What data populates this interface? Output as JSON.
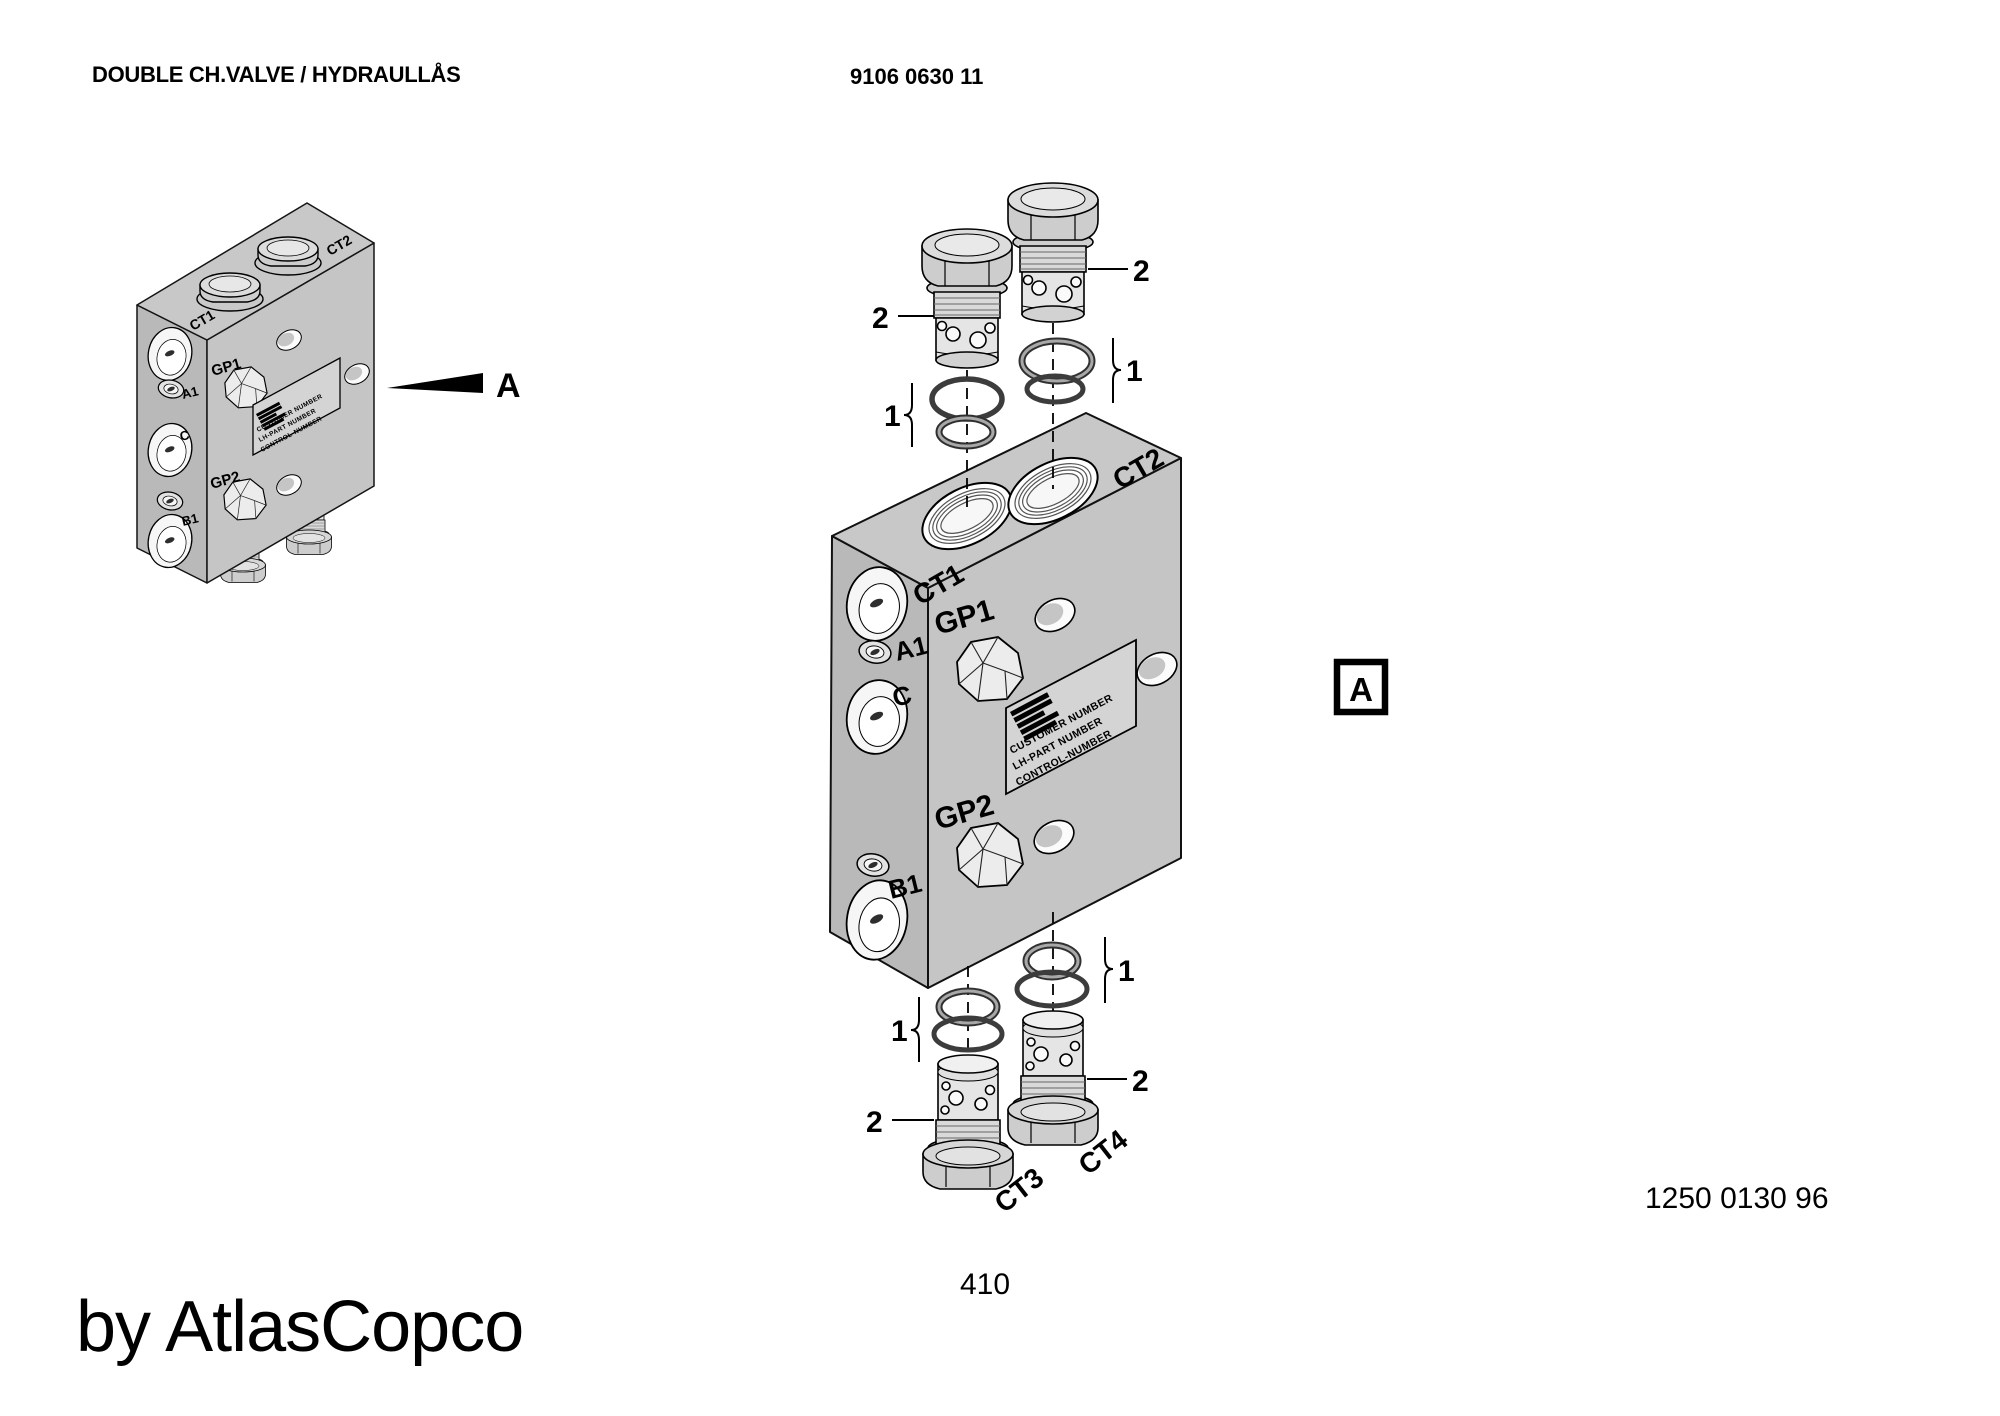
{
  "header": {
    "title": "DOUBLE CH.VALVE / HYDRAULLÅS",
    "part_number": "9106 0630 11"
  },
  "footer": {
    "drawing_number": "1250 0130 96",
    "page_number": "410",
    "brand": "by AtlasCopco"
  },
  "view": {
    "arrow_label": "A",
    "detail_box_label": "A"
  },
  "ports": {
    "ct1": "CT1",
    "ct2": "CT2",
    "ct3": "CT3",
    "ct4": "CT4",
    "gp1": "GP1",
    "gp2": "GP2",
    "a1": "A1",
    "c": "C",
    "b1": "B1"
  },
  "callouts": {
    "seal_kit": "1",
    "cartridge": "2"
  },
  "nameplate": {
    "line1": "CUSTOMER NUMBER",
    "line2": "LH-PART NUMBER",
    "line3": "CONTROL-NUMBER"
  },
  "colors": {
    "block_gray": "#c5c5c5",
    "block_gray_dark": "#b9b9b9",
    "block_gray_light": "#c8c8c8",
    "line": "#000000",
    "background": "#ffffff"
  }
}
